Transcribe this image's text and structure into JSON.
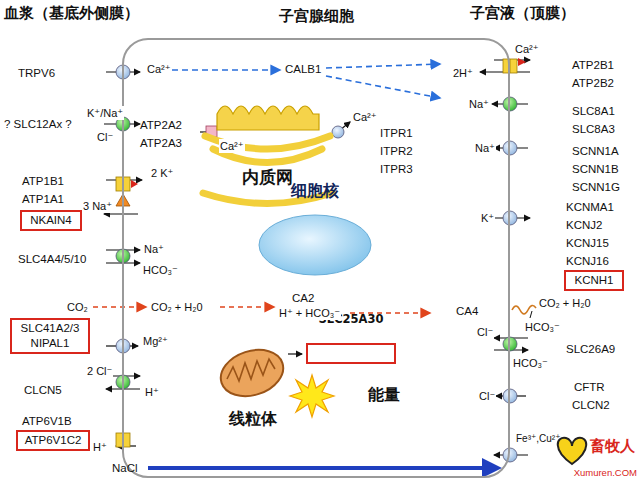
{
  "diagram": {
    "nodes": [
      {
        "text": [
          "子宫腺细胞"
        ]
      },
      {
        "text": [
          "内质网"
        ],
        "in": 0
      },
      {
        "text": [
          "细胞核"
        ],
        "in": 0
      },
      {
        "text": [
          "线粒体"
        ],
        "in": 0
      },
      {
        "text": [
          "SLC25A30"
        ],
        "in": 0
      },
      {
        "text": [
          "能量"
        ],
        "in": 0
      },
      {
        "text": [
          "NKAIN4"
        ]
      },
      {
        "text": [
          "SLC41A2/3 NIPAL1"
        ]
      },
      {
        "text": [
          "ATP6V1C2"
        ]
      },
      {
        "text": [
          "KCNH1"
        ]
      }
    ],
    "labels": [
      "血浆（基底外侧膜）",
      "子宫液（顶膜）",
      "TRPV6",
      "Ca²⁺",
      "? SLC12Ax ?",
      "K⁺/Na⁺",
      "Cl⁻",
      "ATP1B1",
      "ATP1A1",
      "2 K⁺",
      "3 Na⁺",
      "SLC4A4/5/10",
      "Na⁺",
      "HCO₃⁻",
      "CO₂",
      "CO₂ + H₂0",
      "CA2",
      "H⁺ + HCO₃⁻",
      "Mg²⁺",
      "CLCN5",
      "2 Cl⁻",
      "H⁺",
      "ATP6V1B",
      "H⁺",
      "NaCl",
      "CALB1",
      "ATP2A2",
      "ATP2A3",
      "Ca²⁺",
      "Ca²⁺",
      "ITPR1",
      "ITPR2",
      "ITPR3",
      "Ca²⁺",
      "2H⁺",
      "ATP2B1",
      "ATP2B2",
      "Na⁺",
      "SLC8A1",
      "SLC8A3",
      "Na⁺",
      "SCNN1A",
      "SCNN1B",
      "SCNN1G",
      "K⁺",
      "KCNMA1",
      "KCNJ2",
      "KCNJ15",
      "KCNJ16",
      "CA4",
      "CO₂ + H₂0",
      "HCO₃⁻",
      "Cl⁻",
      "HCO₃⁻",
      "SLC26A9",
      "Cl⁻",
      "CFTR",
      "CLCN2",
      "Fe³⁺,Cu²⁺",
      "畜牧人",
      "Xumuren.COM"
    ]
  }
}
